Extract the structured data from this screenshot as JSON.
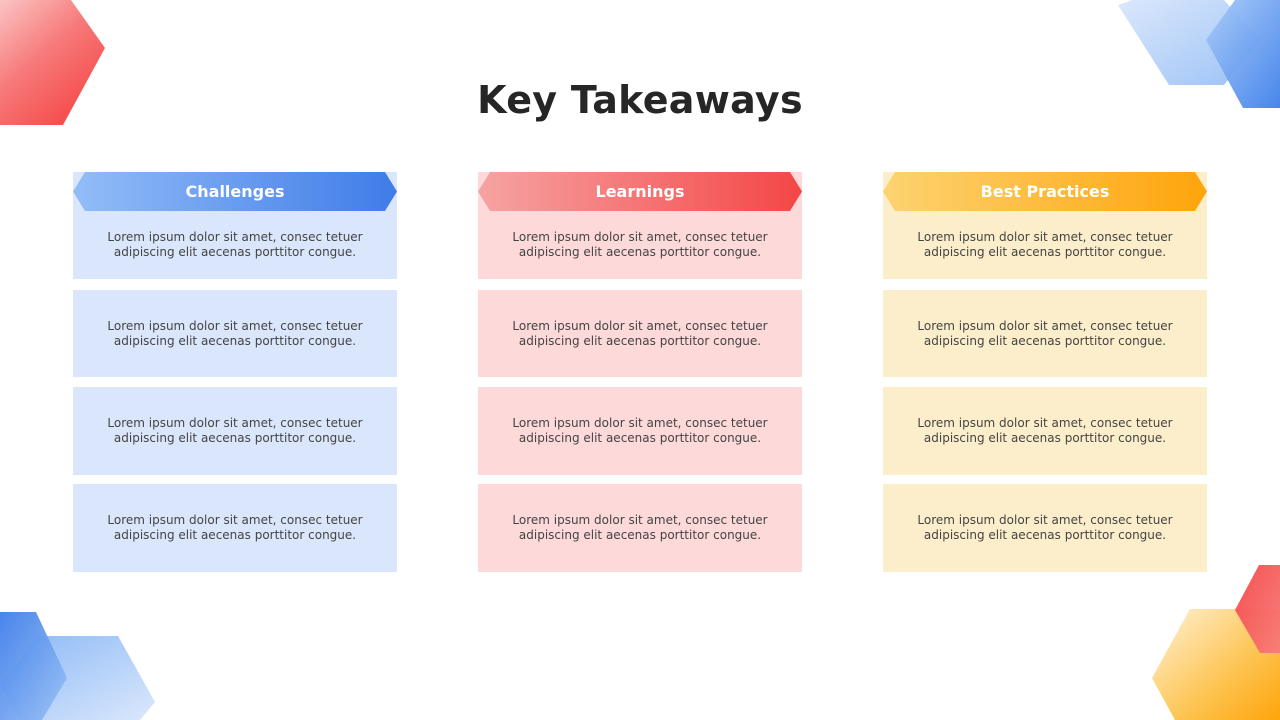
{
  "title": "Key Takeaways",
  "colors": {
    "blue_card": "#dae6fb",
    "red_card": "#fdd9d9",
    "yellow_card": "#fdeecb",
    "blue_gradient": [
      "#93bdf8",
      "#3f7ce8"
    ],
    "red_gradient": [
      "#f7a3a3",
      "#f44646"
    ],
    "yellow_gradient": [
      "#fdd372",
      "#fea40b"
    ]
  },
  "columns": [
    {
      "header": "Challenges",
      "theme": "blue",
      "items": [
        "Lorem ipsum dolor sit amet, consec tetuer adipiscing elit aecenas porttitor congue.",
        "Lorem ipsum dolor sit amet, consec tetuer adipiscing elit aecenas porttitor congue.",
        "Lorem ipsum dolor sit amet, consec tetuer adipiscing elit aecenas porttitor congue.",
        "Lorem ipsum dolor sit amet, consec tetuer adipiscing elit aecenas porttitor congue."
      ]
    },
    {
      "header": "Learnings",
      "theme": "red",
      "items": [
        "Lorem ipsum dolor sit amet, consec tetuer adipiscing elit aecenas porttitor congue.",
        "Lorem ipsum dolor sit amet, consec tetuer adipiscing elit aecenas porttitor congue.",
        "Lorem ipsum dolor sit amet, consec tetuer adipiscing elit aecenas porttitor congue.",
        "Lorem ipsum dolor sit amet, consec tetuer adipiscing elit aecenas porttitor congue."
      ]
    },
    {
      "header": "Best Practices",
      "theme": "yellow",
      "items": [
        "Lorem ipsum dolor sit amet, consec tetuer adipiscing elit aecenas porttitor congue.",
        "Lorem ipsum dolor sit amet, consec tetuer adipiscing elit aecenas porttitor congue.",
        "Lorem ipsum dolor sit amet, consec tetuer adipiscing elit aecenas porttitor congue.",
        "Lorem ipsum dolor sit amet, consec tetuer adipiscing elit aecenas porttitor congue."
      ]
    }
  ]
}
